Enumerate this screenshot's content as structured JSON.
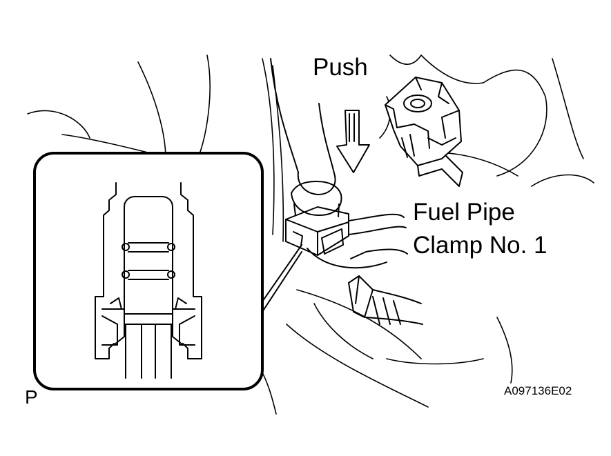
{
  "labels": {
    "push": "Push",
    "part_line1": "Fuel Pipe",
    "part_line2": "Clamp No. 1",
    "view_code": "P",
    "figure_id": "A097136E02"
  },
  "colors": {
    "ink": "#000000",
    "paper": "#ffffff"
  },
  "icons": {
    "push_arrow": "down-arrow-icon",
    "detail_view": "magnified-connector-cross-section"
  }
}
